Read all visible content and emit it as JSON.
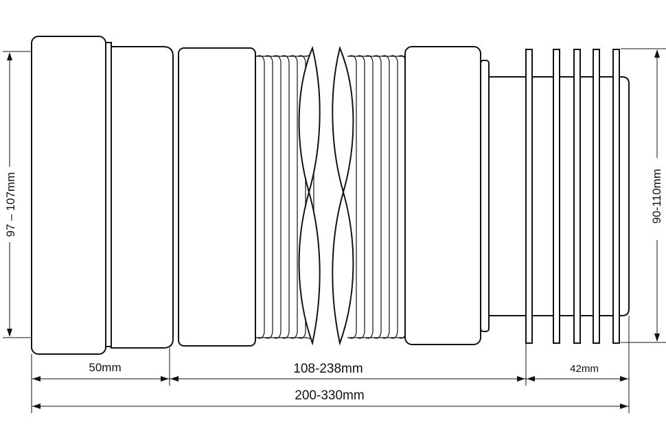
{
  "dimensions": {
    "inlet_diameter": "97 – 107mm",
    "outlet_diameter": "90-110mm",
    "inlet_length": "50mm",
    "corrugated_length": "108-238mm",
    "outlet_length": "42mm",
    "total_length": "200-330mm"
  }
}
